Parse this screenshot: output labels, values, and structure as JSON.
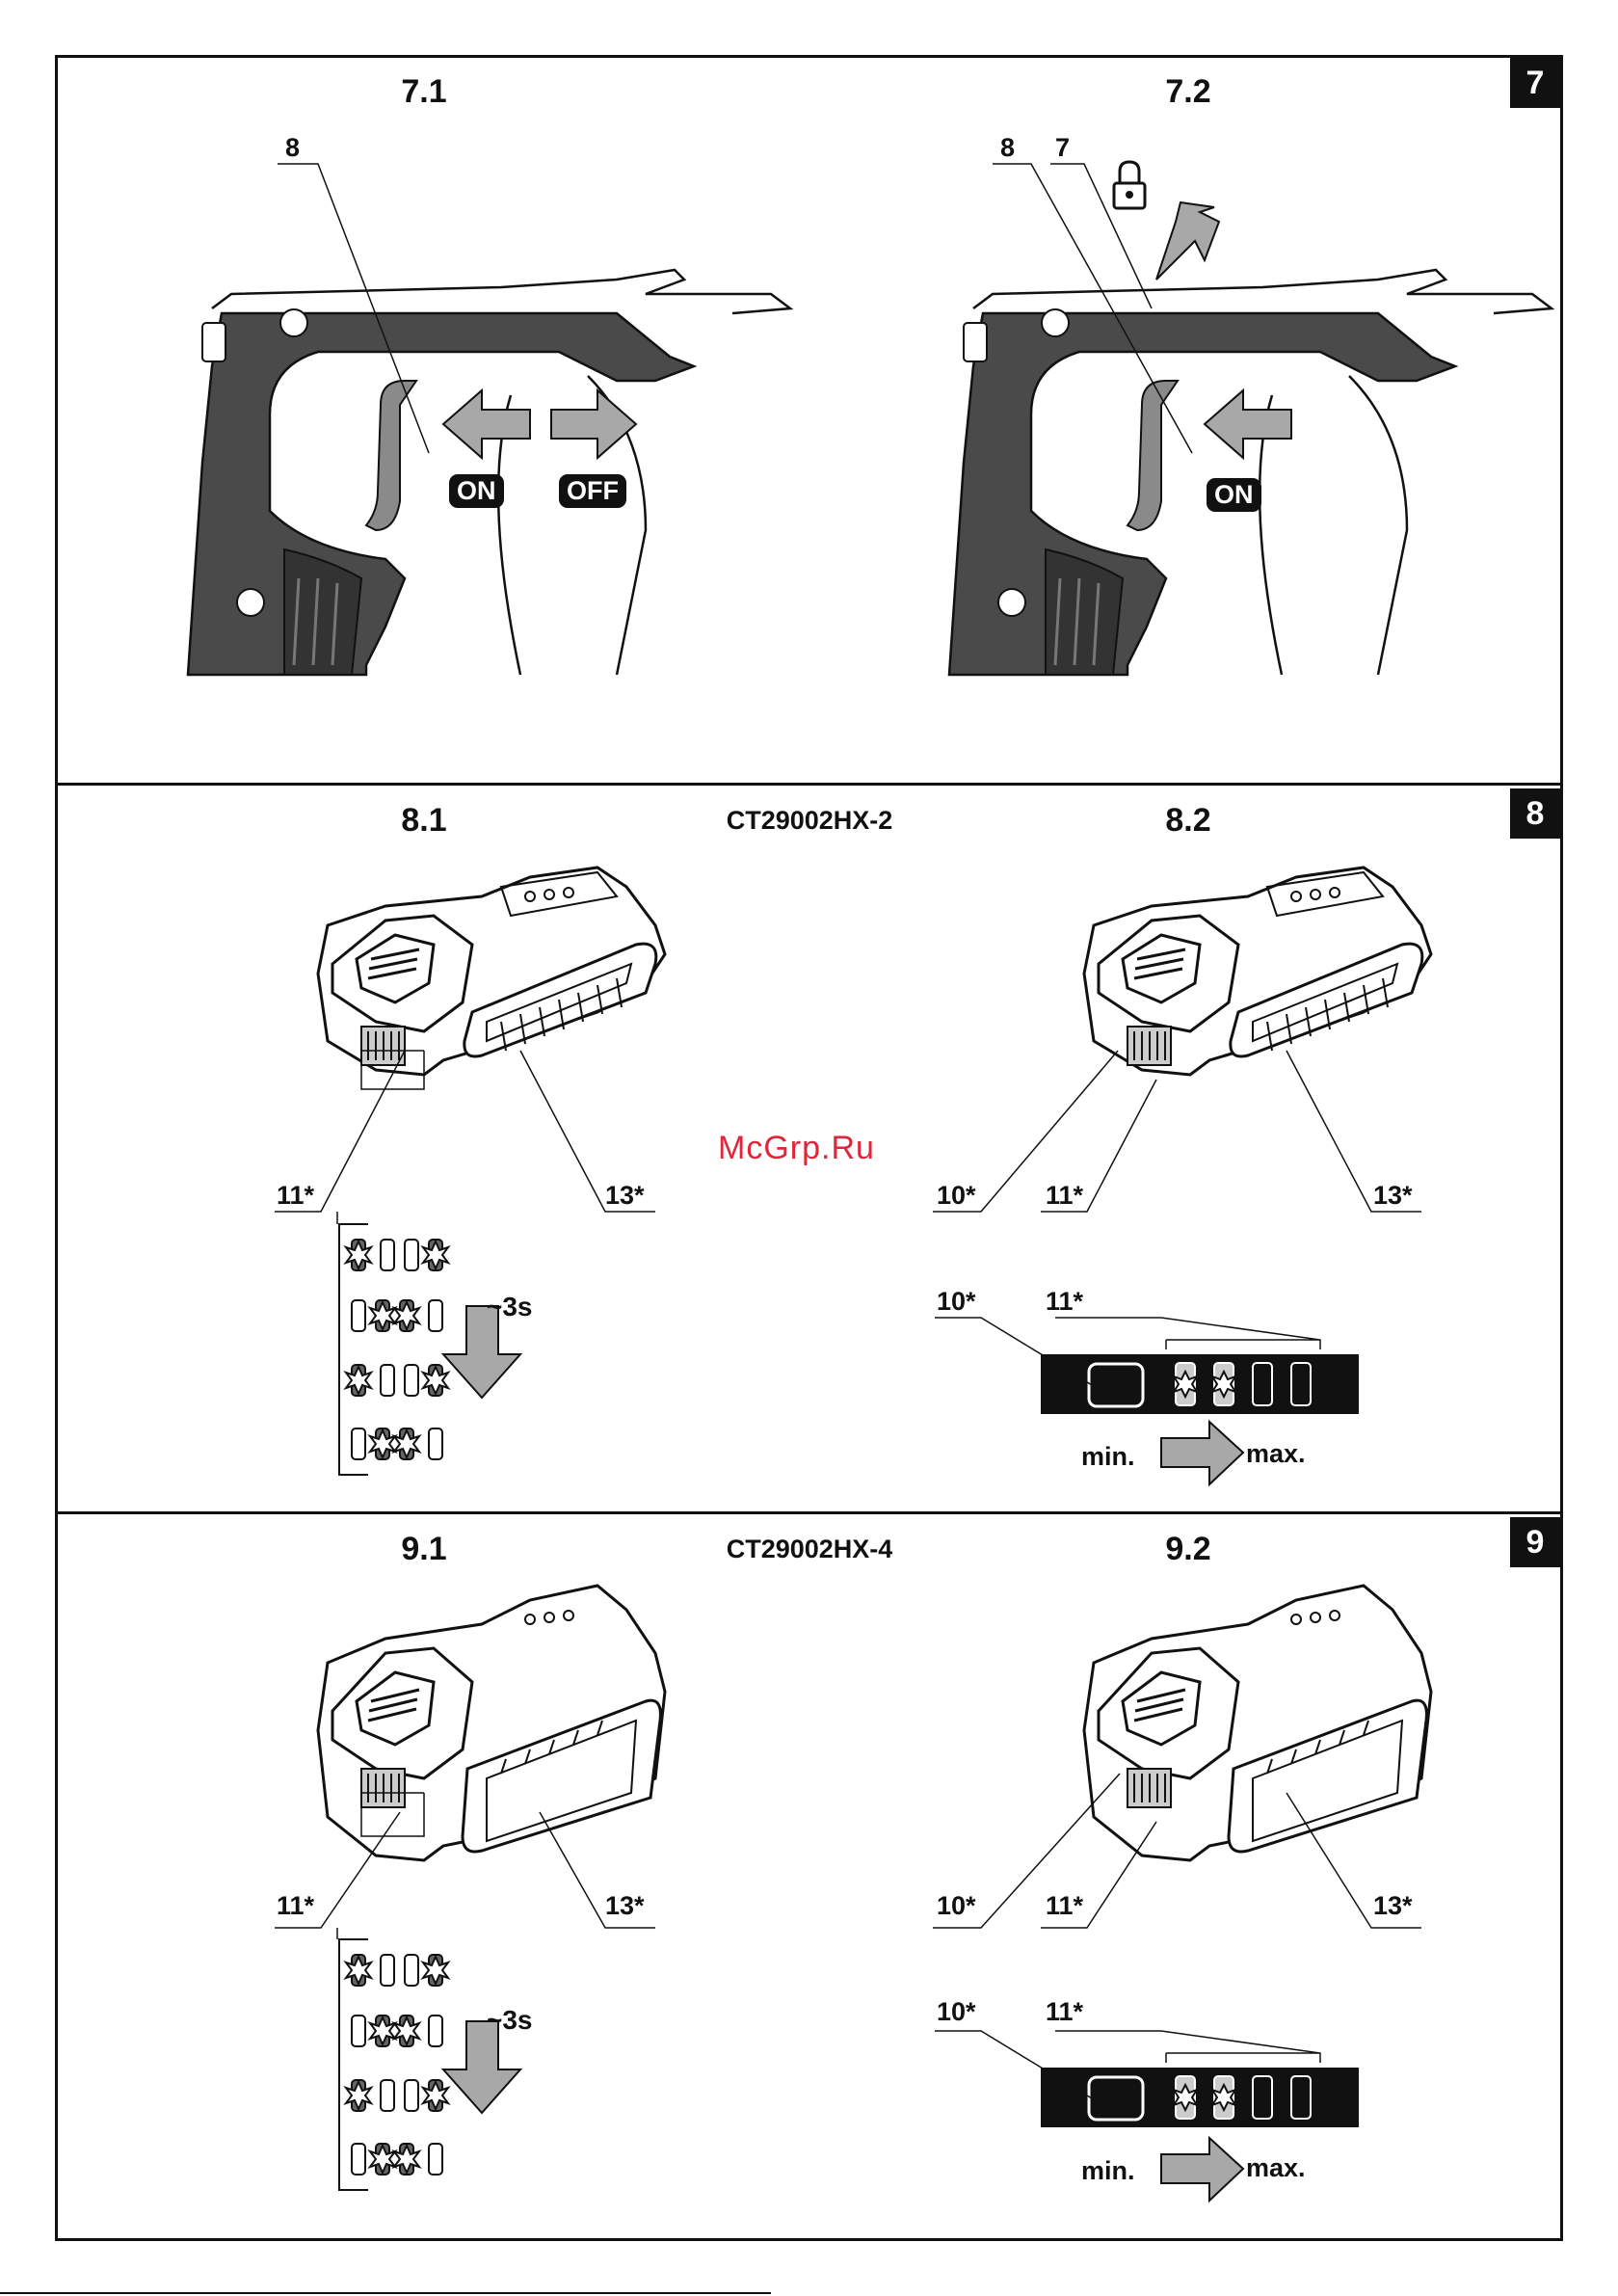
{
  "sections": [
    {
      "number": "7",
      "figures": [
        {
          "label": "7.1"
        },
        {
          "label": "7.2"
        }
      ]
    },
    {
      "number": "8",
      "model": "CT29002HX-2",
      "figures": [
        {
          "label": "8.1"
        },
        {
          "label": "8.2"
        }
      ]
    },
    {
      "number": "9",
      "model": "CT29002HX-4",
      "figures": [
        {
          "label": "9.1"
        },
        {
          "label": "9.2"
        }
      ]
    }
  ],
  "callouts": {
    "n8": "8",
    "n7": "7",
    "n10": "10*",
    "n11": "11*",
    "n13": "13*"
  },
  "labels": {
    "on": "ON",
    "off": "OFF",
    "approx_time": "~3s",
    "min": "min.",
    "max": "max."
  },
  "watermark": "McGrp.Ru",
  "colors": {
    "tool_body": "#4a4a4a",
    "arrow_fill": "#a8a8a8",
    "text": "#111111",
    "watermark": "#e0263a"
  },
  "icons": [
    "lock-icon",
    "arrow-left-icon",
    "arrow-right-icon",
    "arrow-down-icon"
  ]
}
